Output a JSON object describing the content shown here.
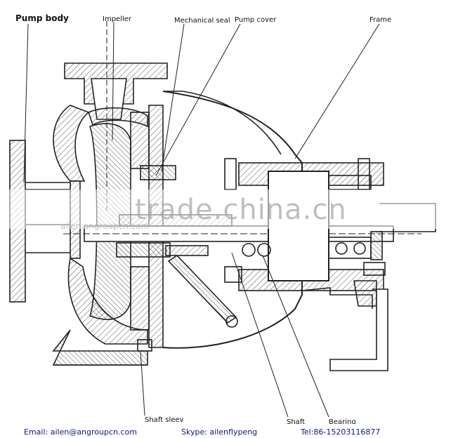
{
  "labels": {
    "pump_body": "Pump body",
    "impeller": "Impeller",
    "mechanical_seal": "Mechanical seal",
    "pump_cover": "Pump cover",
    "frame": "Frame",
    "shaft_sleeve": "Shaft sleev",
    "shaft": "Shaft",
    "bearing": "Bearing"
  },
  "watermark": {
    "main": "trade.china.cn",
    "sub": "ailen.angroupcn.com"
  },
  "footer": {
    "email": "Email: ailen@angroupcn.com",
    "skype": "Skype: ailenflypeng",
    "tel": "Tel:86-15203116877"
  },
  "colors": {
    "line": "#222222",
    "hatch": "#555555",
    "footer_text": "#0b1a7a"
  }
}
